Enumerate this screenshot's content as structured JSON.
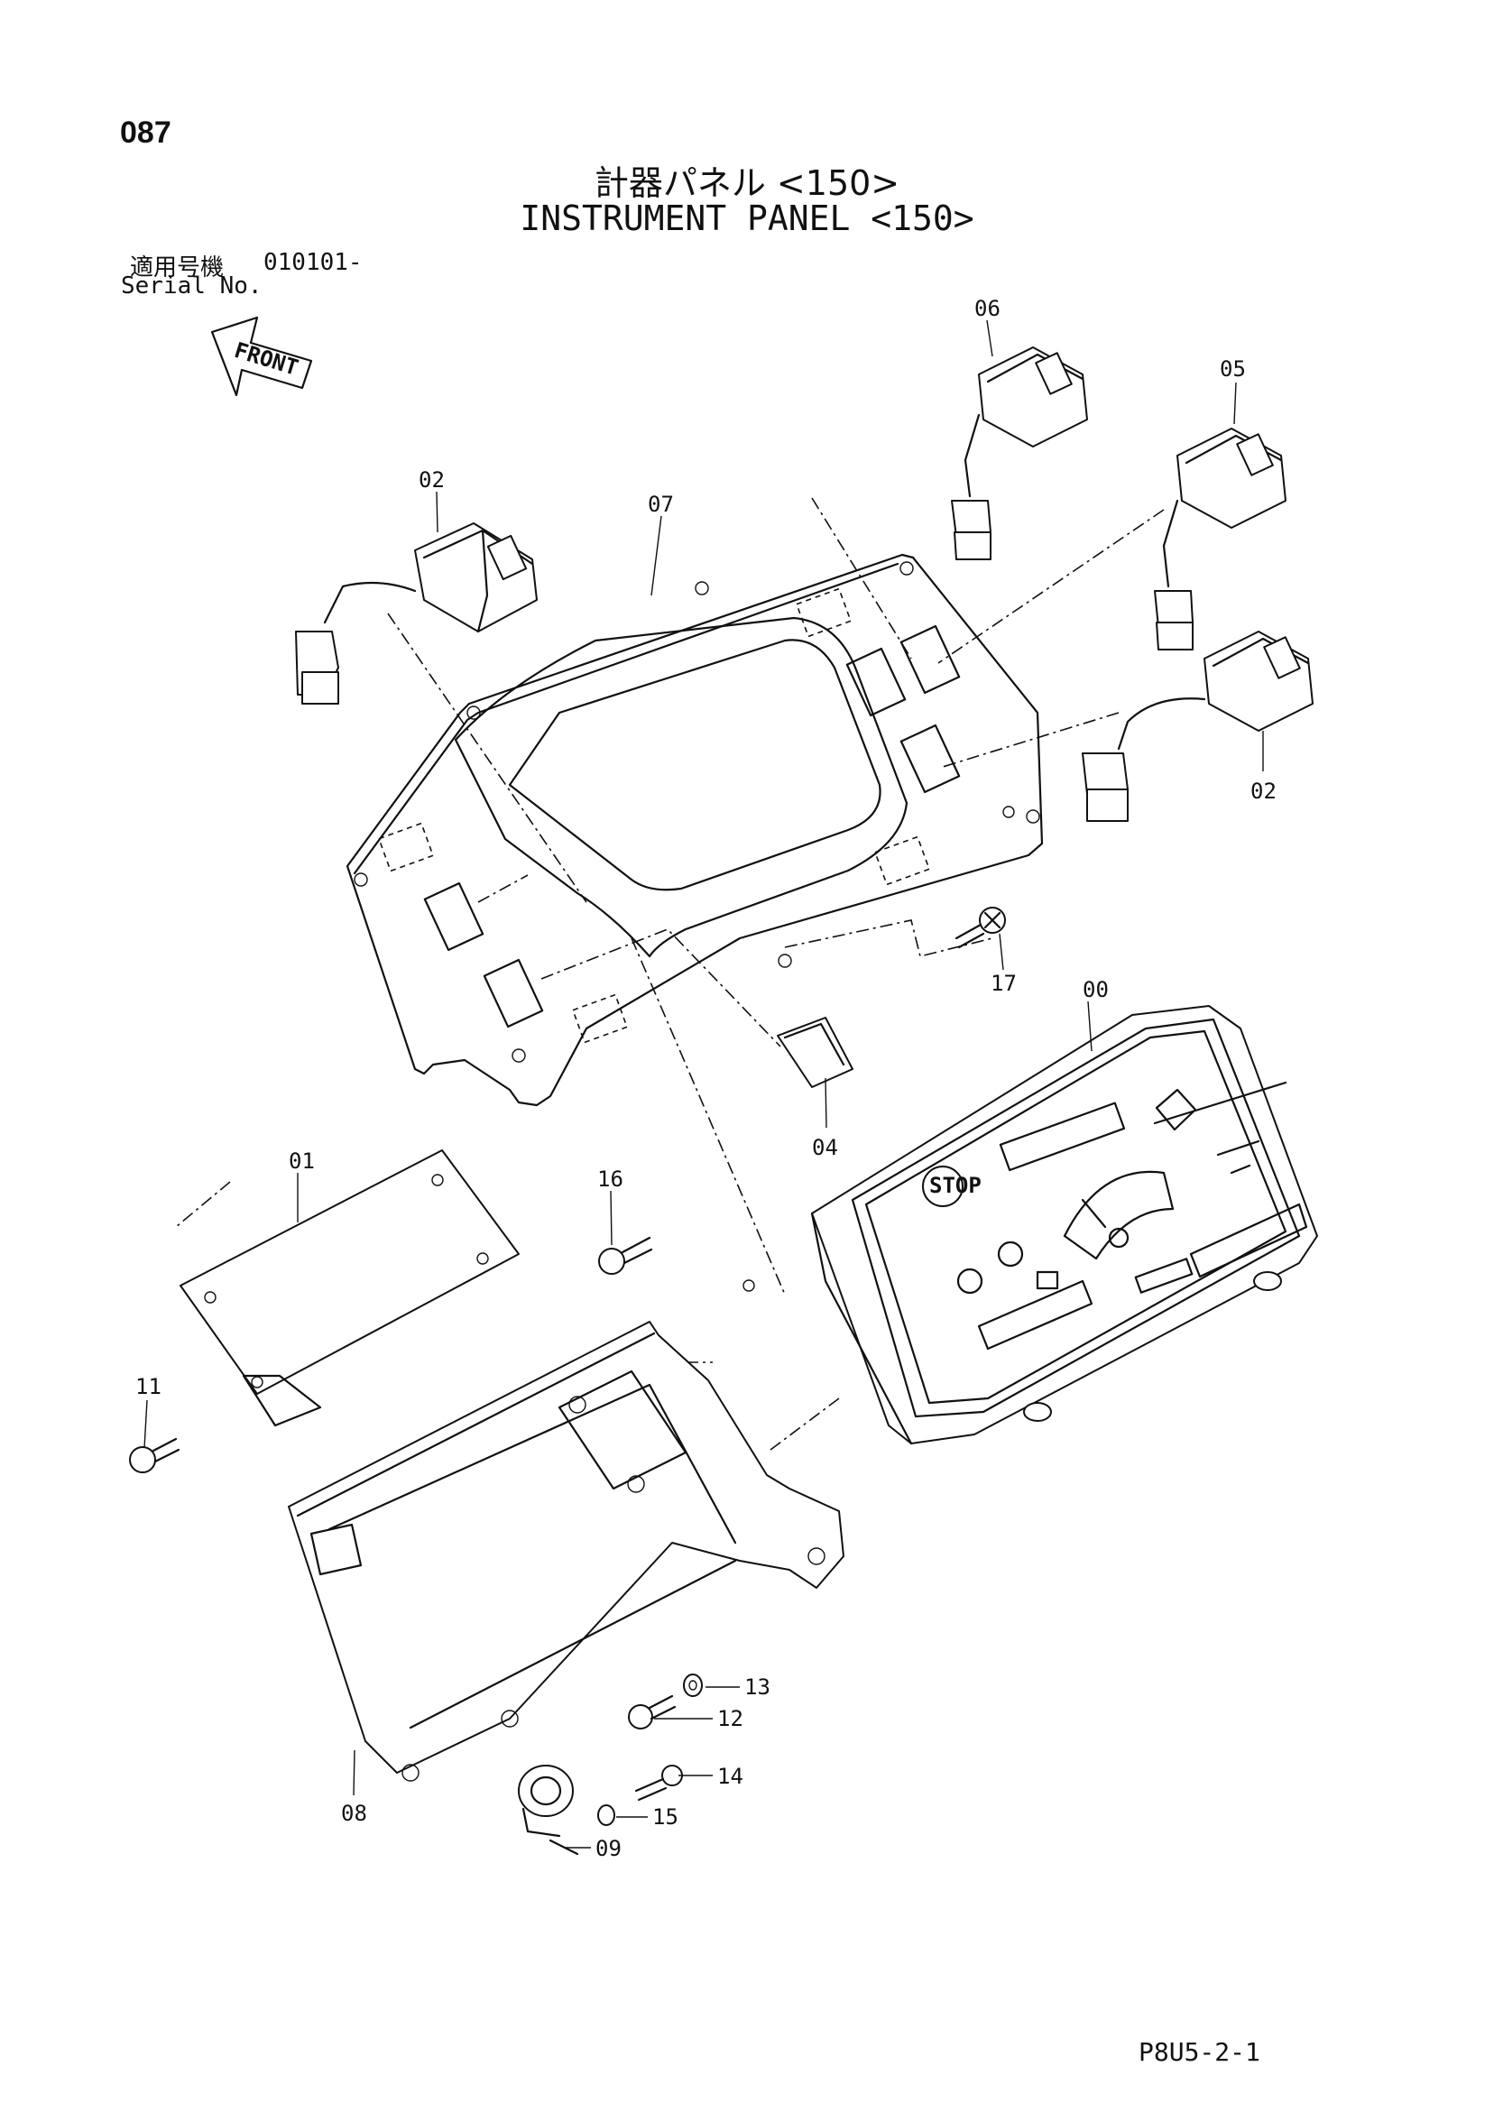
{
  "page": {
    "number": "087",
    "title_ja": "計器パネル <150>",
    "title_en": "INSTRUMENT PANEL <150>",
    "serial_label_ja": "適用号機",
    "serial_value": "010101-",
    "serial_label_en": "Serial No.",
    "drawing_code": "P8U5-2-1"
  },
  "diagram": {
    "front_arrow": "FRONT",
    "stop_button": "STOP",
    "part_labels": [
      "00",
      "01",
      "02",
      "02",
      "04",
      "05",
      "06",
      "07",
      "08",
      "09",
      "11",
      "12",
      "13",
      "14",
      "15",
      "16",
      "17"
    ]
  }
}
